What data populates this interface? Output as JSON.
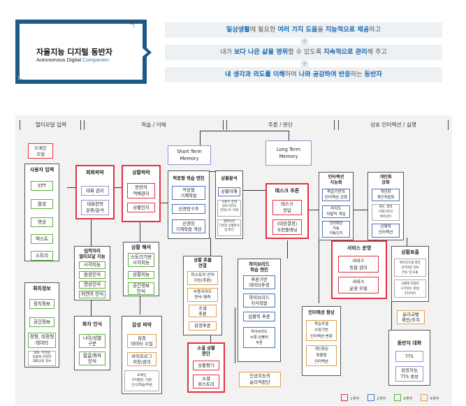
{
  "title_card": {
    "title": "자율지능 디지털 동반자",
    "subtitle_prefix": "Autonomous Digital",
    "subtitle_highlight": "Companion"
  },
  "taglines": [
    {
      "plain1": "",
      "hl1": "일상생활",
      "plain2": "에 필요한 ",
      "hl2": "여러 가지 도움",
      "plain3": "을 ",
      "hl3": "지능적으로 제공",
      "plain4": "하고"
    },
    {
      "plain1": "내가 ",
      "hl1": "보다 나은 삶을 영위",
      "plain2": "할 수 있도록 ",
      "hl2": "지속적으로 관리",
      "plain3": "해 주고",
      "hl3": "",
      "plain4": ""
    },
    {
      "plain1": "",
      "hl1": "내 생각과 의도를 이해",
      "plain2": "하여 ",
      "hl2": "나와 공감하여 반응",
      "plain3": "하는 ",
      "hl3": "동반자",
      "plain4": ""
    }
  ],
  "headers": [
    "멀티모달 입력",
    "학습 / 이해",
    "추론 / 판단",
    "상호 인터랙션 / 실행"
  ],
  "nodes": {
    "domain_model": "도메인\n모델",
    "user_input": "사용자 입력",
    "stt": "STT",
    "voice": "음성",
    "video": "영상",
    "text": "텍스트",
    "story": "스토리",
    "acquired": "획득정보",
    "location_info": "장치정보",
    "space_info": "공간정보",
    "structured": "정형, 비정형\n데이터",
    "sensor": "대화, 추천용\n정품에 관련한\n대화상대 정보",
    "convo_grasp": "회화파악",
    "convo_mgmt": "대화 관리",
    "convo_strategy": "대화전략\n분류/분석",
    "situation_grasp": "상황파악",
    "companion_obj": "동반자\n객체관리",
    "situation_recog": "상황인지",
    "multimodal_proc": "입력처리\n멀티모달 지능",
    "vision_intel": "시각지능",
    "voice_recog": "음성인식",
    "video_recog": "영상인식",
    "nlp": "자연어 인식",
    "speaker_recog": "화자 인식",
    "age_gender": "나이/성별\n구분",
    "face_recog": "얼굴/화자\n인식",
    "situation_analysis": "상황 해석",
    "story_vision": "스토리기반\n시각지능",
    "situation_intel": "상황지능",
    "space_recog": "공간정보\n인식",
    "emotion_grasp": "감성 파악",
    "emotion_data": "감정\n데이터 수집",
    "life_pattern": "라이프로그\n저장/관리",
    "emotion_based": "도메인 \n가치판단 기준/\n인식/학습/추론",
    "stm": "Short Term\nMemory",
    "ltm": "Long Term\nMemory",
    "adaptive_engine": "적응형 학습 엔진",
    "adaptive_plan": "적응형\n기계학습",
    "neural_struct": "신경망구조",
    "neural_improve": "신경망\n기계학습 개선",
    "situation_analyze2": "상황분석",
    "situation_understand": "상황이해",
    "user_state": "사용자 상태\n정보기반의\n컨텍스트 이해",
    "behavior_pred": "행위이력\n기반의 상황분석\n및 판단",
    "task_reasoning": "태스크 추론",
    "task": "태스크\n응답",
    "decision": "(대응결정)\n사전플래닝",
    "interaction_intel": "인터랙션\n지능화",
    "learning_based": "학습기반의\n인터랙션 강화",
    "nonverbal": "비지도\n자발적 개입",
    "interaction_eval": "인터랙션\n지능\n자동인지",
    "personal_intel": "개인화\n강화",
    "personal_learning": "개인화\n개인적응화",
    "pattern": "패턴, 행태\n이해기반의\n예측관리",
    "personal_reason": "선제적\n인터랙션",
    "situation_flow": "상황 흐름\n연결",
    "story_based": "히스토리 언어\n지능(추론)",
    "user_intent": "사용자의도\n연속 예측",
    "emotion_reason": "소설\n추론",
    "emotion_infer": "감정추론",
    "hybrid_engine": "하이브리드\n학습 엔진",
    "reasoning_base": "추론기반\n데이터추정",
    "hybrid_knowledge": "하이브리드\n지식학습",
    "symbolic": "심볼릭 추론",
    "hybrid_neuro": "하이브리드\n뉴럴-심볼릭\n추론",
    "service_op": "서비스 운영",
    "service_mgmt": "서비스\n동합 관리",
    "service_model": "서비스\n운영 모델",
    "interaction_boost": "인터랙션 향상",
    "learning_based2": "학습모델\n수정기반\n인터랙션 변화",
    "personal_model": "개인화된\n맞춤형\n인터랙션",
    "emotion_judge": "소셜 상황\n판단",
    "situation_eval": "상황평가",
    "social_reason": "소셜\n휘스토리",
    "ai_ethics": "인공지능의\n윤리적판단",
    "situation_expr": "상황표출",
    "situation_based": "에이전트를 통한\n인터랙션 정보\n연동 및 표출",
    "agent_based": "상황에 적합한\n시각정보 생성/\n인터랙션",
    "ethics_rule": "윤리규범\n확인/조치",
    "companion_talk": "동반자 대화",
    "tts": "TTS",
    "emotion_tts": "감정지능\nTTS 생성"
  },
  "legend": [
    "1세부",
    "2세부",
    "3세부",
    "4세부"
  ],
  "colors": {
    "brand": "#1e5a88",
    "highlight": "#1c6bb0",
    "red": "#e33040",
    "green": "#5bb040",
    "blue": "#4a6fc0",
    "orange": "#e39d4a",
    "purple": "#9b8fd0"
  }
}
